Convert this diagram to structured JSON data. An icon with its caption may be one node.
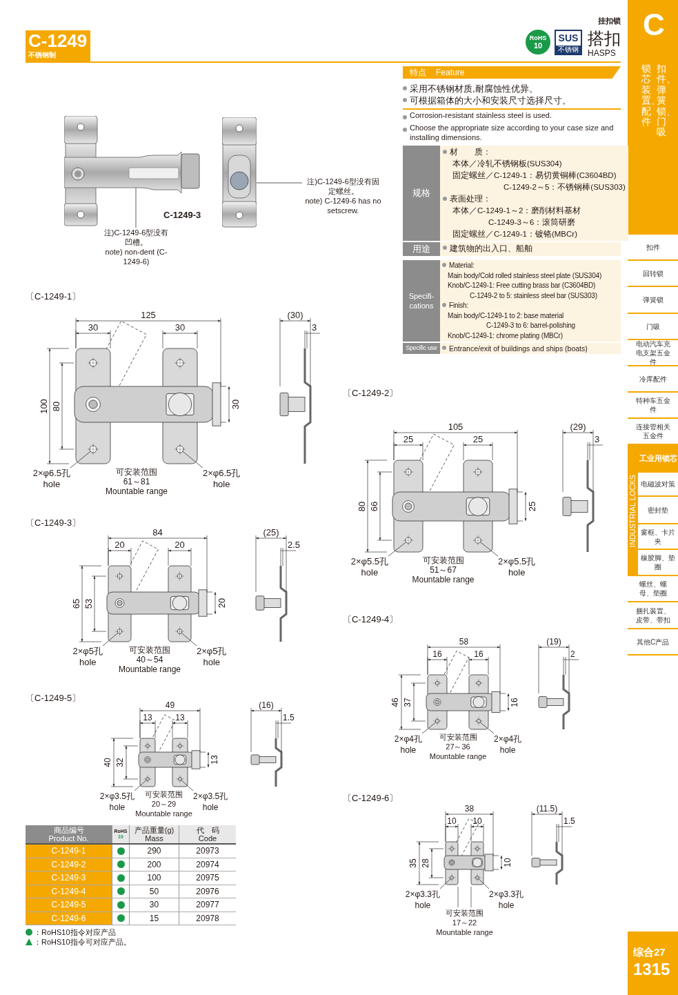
{
  "diagram": {
    "title": "C-1249",
    "nodes": [
      {
        "text": [],
        "shape": "picture"
      },
      {
        "text": [],
        "shape": "picture"
      },
      {
        "text": [
          "注)C-1249-6型没有凹槽。",
          "note) non-dent (C-1249-6)"
        ]
      },
      {
        "text": [
          "注)C-1249-6型没有固定螺丝。",
          "note) C-1249-6 has no setscrew."
        ]
      },
      {
        "text": [
          "2×φ6.5孔",
          "hole"
        ]
      },
      {
        "text": [
          "2×φ6.5孔",
          "hole"
        ]
      },
      {
        "text": [
          "2×φ5.5孔",
          "hole"
        ]
      },
      {
        "text": [
          "2×φ5.5孔",
          "hole"
        ]
      },
      {
        "text": [
          "2×φ5孔",
          "hole"
        ]
      },
      {
        "text": [
          "2×φ5孔",
          "hole"
        ]
      },
      {
        "text": [
          "2×φ4孔",
          "hole"
        ]
      },
      {
        "text": [
          "2×φ4孔",
          "hole"
        ]
      },
      {
        "text": [
          "2×φ3.5孔",
          "hole"
        ]
      },
      {
        "text": [
          "2×φ3.5孔",
          "hole"
        ]
      },
      {
        "text": [
          "2×φ3.3孔",
          "hole"
        ]
      },
      {
        "text": [
          "2×φ3.3孔",
          "hole"
        ]
      },
      {
        "text": [],
        "shape": "circle"
      },
      {
        "text": [],
        "shape": "circle"
      },
      {
        "text": [],
        "shape": "circle"
      },
      {
        "text": [],
        "shape": "circle"
      },
      {
        "text": [],
        "shape": "circle"
      },
      {
        "text": [],
        "shape": "circle"
      },
      {
        "text": [],
        "shape": "circle"
      },
      {
        "text": [],
        "shape": "circle"
      },
      {
        "text": [],
        "shape": "circle"
      },
      {
        "text": [],
        "shape": "circle"
      },
      {
        "text": [],
        "shape": "circle"
      },
      {
        "text": [],
        "shape": "circle"
      }
    ],
    "edges": [
      {
        "from": 2,
        "to": 0,
        "arrow": "none"
      },
      {
        "from": 3,
        "to": 1,
        "arrow": "none"
      },
      {
        "from": 4,
        "to": 16,
        "arrow": "none"
      },
      {
        "from": 5,
        "to": 17,
        "arrow": "none"
      },
      {
        "from": 6,
        "to": 18,
        "arrow": "none"
      },
      {
        "from": 7,
        "to": 19,
        "arrow": "none"
      },
      {
        "from": 8,
        "to": 20,
        "arrow": "none"
      },
      {
        "from": 9,
        "to": 21,
        "arrow": "none"
      },
      {
        "from": 10,
        "to": 22,
        "arrow": "none"
      },
      {
        "from": 11,
        "to": 23,
        "arrow": "none"
      },
      {
        "from": 12,
        "to": 24,
        "arrow": "none"
      },
      {
        "from": 13,
        "to": 25,
        "arrow": "none"
      },
      {
        "from": 14,
        "to": 26,
        "arrow": "none"
      },
      {
        "from": 15,
        "to": 27,
        "arrow": "none"
      }
    ],
    "labels": [
      "不锈钢制",
      "挂扣锁",
      "RoHS",
      "10",
      "SUS",
      "不锈钢",
      "搭扣",
      "HASPS",
      "C",
      "锁芯装置、配件",
      "扣件、弹簧锁、门吸",
      "扣件",
      "回转锁",
      "弹簧锁",
      "门吸",
      "电动汽车充电支架五金件",
      "冷库配件",
      "特种车五金件",
      "连接管相关五金件",
      "工业用锁芯",
      "电磁波对策",
      "密封垫",
      "窗框、卡片夹",
      "橡胶脚、垫圈",
      "螺丝、螺母、垫圈",
      "捆扎装置、皮带、带扣",
      "其他C产品",
      "INDUSTRIAL LOCKS",
      "综合27",
      "1315",
      "特点",
      "Feature",
      "采用不锈钢材质,耐腐蚀性优异。",
      "可根据箱体的大小和安装尺寸选择尺寸。",
      "Corrosion-resistant stainless steel is used.",
      "Choose the appropriate size according to your case size and installing dimensions.",
      "规格",
      "材　　质：",
      "本体／冷轧不锈钢板(SUS304)",
      "固定螺丝／C-1249-1：易切黄铜棒(C3604BD)",
      "C-1249-2～5：不锈钢棒(SUS303)",
      "表面处理：",
      "本体／C-1249-1～2：磨削材料基材",
      "C-1249-3～6：滚筒研磨",
      "固定螺丝／C-1249-1：镀铬(MBCr)",
      "用途",
      "建筑物的出入口、船舶",
      "Specifi- cations",
      "Material:",
      "Main body/Cold rolled stainless steel plate (SUS304)",
      "Knob/C-1249-1: Free cutting brass bar (C3604BD)",
      "C-1249-2 to 5: stainless steel bar (SUS303)",
      "Finish:",
      "Main body/C-1249-1 to 2: base material",
      "C-1249-3 to 6: barrel-polishing",
      "Knob/C-1249-1: chrome plating (MBCr)",
      "Specific use",
      "Entrance/exit of buildings and ships (boats)",
      "C-1249-3",
      "〔C-1249-1〕",
      "125",
      "30",
      "30",
      "(30)",
      "3",
      "100",
      "80",
      "30",
      "可安装范围",
      "61～81",
      "Mountable range",
      "〔C-1249-2〕",
      "105",
      "25",
      "25",
      "(29)",
      "3",
      "80",
      "66",
      "25",
      "可安装范围",
      "51～67",
      "Mountable range",
      "〔C-1249-3〕",
      "84",
      "20",
      "20",
      "(25)",
      "2.5",
      "65",
      "53",
      "20",
      "可安装范围",
      "40～54",
      "Mountable range",
      "〔C-1249-4〕",
      "58",
      "16",
      "16",
      "(19)",
      "2",
      "46",
      "37",
      "16",
      "可安装范围",
      "27～36",
      "Mountable range",
      "〔C-1249-5〕",
      "49",
      "13",
      "13",
      "(16)",
      "1.5",
      "40",
      "32",
      "13",
      "可安装范围",
      "20～29",
      "Mountable range",
      "〔C-1249-6〕",
      "38",
      "10",
      "10",
      "(11.5)",
      "1.5",
      "35",
      "28",
      "10",
      "可安装范围",
      "17～22",
      "Mountable range",
      "商品编号",
      "Product No.",
      "RoHS",
      "10",
      "产品重量(g)",
      "Mass",
      "代　码",
      "Code",
      "C-1249-1",
      "290",
      "20973",
      "C-1249-2",
      "200",
      "20974",
      "C-1249-3",
      "100",
      "20975",
      "C-1249-4",
      "50",
      "20976",
      "C-1249-5",
      "30",
      "20977",
      "C-1249-6",
      "15",
      "20978"
    ],
    "legend": [
      {
        "text": "：RoHS10指令对应产品"
      },
      {
        "text": "：RoHS10指令可对应产品。"
      }
    ]
  }
}
